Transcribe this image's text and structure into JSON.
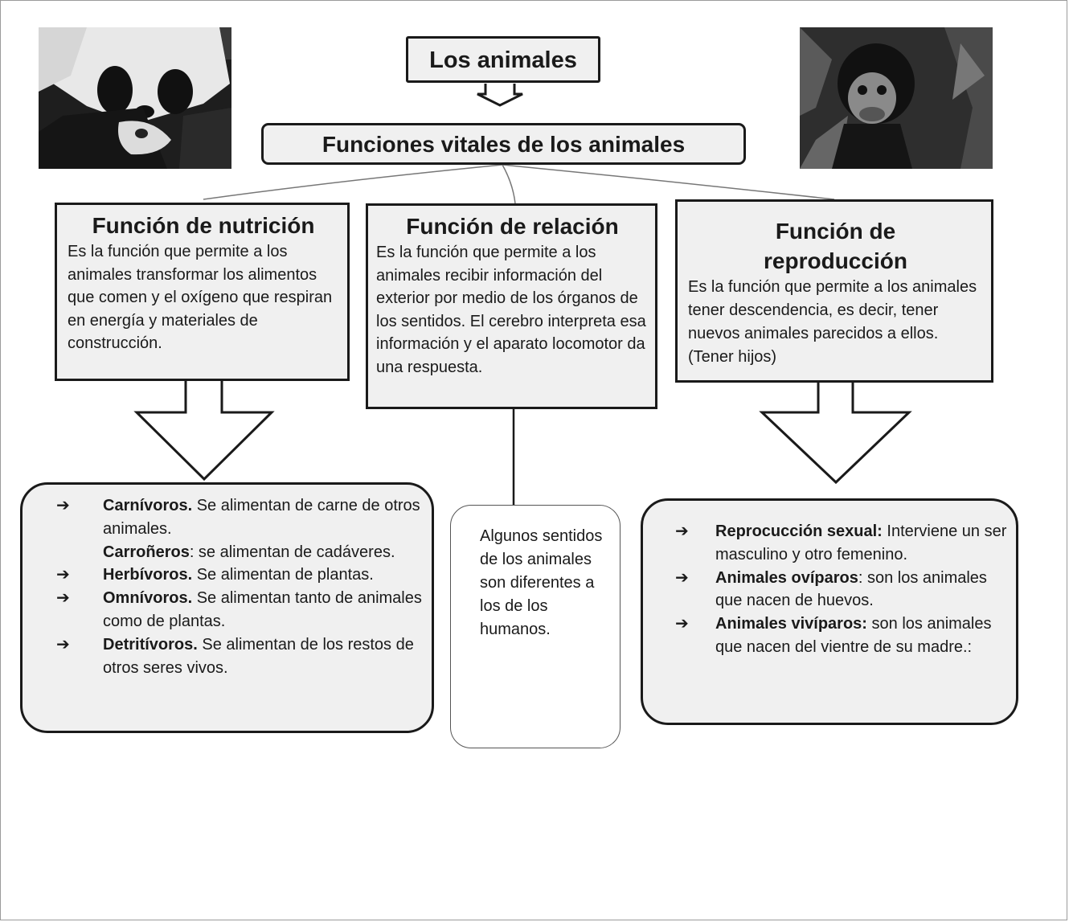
{
  "title": "Los animales",
  "subtitle": "Funciones vitales de los animales",
  "functions": [
    {
      "title": "Función de nutrición",
      "description": "Es la función que permite a los animales transformar los alimentos que comen y el oxígeno que respiran en energía y materiales de construcción."
    },
    {
      "title": "Función de relación",
      "description": "Es la función que permite a los animales recibir información del exterior por medio de los órganos de los sentidos. El cerebro interpreta esa información y el aparato locomotor  da una respuesta."
    },
    {
      "title": "Función de reproducción",
      "description": "Es la función que permite a los animales tener descendencia, es decir, tener nuevos animales parecidos a ellos. (Tener hijos)"
    }
  ],
  "nutrition_types": [
    {
      "term": "Carnívoros.",
      "text": " Se alimentan de carne de otros animales.",
      "sub_term": "Carroñeros",
      "sub_text": ": se alimentan de cadáveres."
    },
    {
      "term": "Herbívoros.",
      "text": " Se alimentan de plantas."
    },
    {
      "term": "Omnívoros.",
      "text": " Se alimentan tanto de animales como de plantas."
    },
    {
      "term": "Detritívoros.",
      "text": " Se alimentan de los restos de otros seres vivos."
    }
  ],
  "senses_note": "Algunos sentidos de los animales son diferentes a los de los humanos.",
  "reproduction_types": [
    {
      "term": "Reprocucción sexual:",
      "text": " Interviene un ser masculino y otro femenino."
    },
    {
      "term": "Animales ovíparos",
      "text": ":  son los animales que nacen de huevos."
    },
    {
      "term": "Animales vivíparos:",
      "text": " son los animales que nacen del vientre de su madre.:"
    }
  ],
  "arrow_glyph": "➔",
  "images": [
    "panda-photo",
    "chimpanzee-photo"
  ]
}
